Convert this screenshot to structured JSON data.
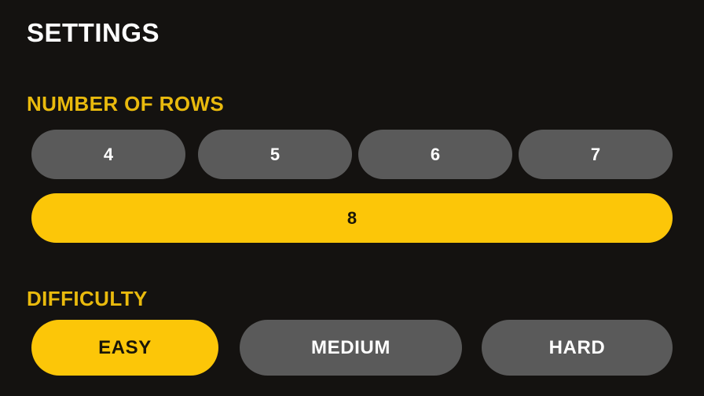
{
  "theme": {
    "background": "#141210",
    "accent": "#fcc608",
    "heading_accent": "#e9ba0d",
    "unselected_button": "#5a5a5a",
    "unselected_text": "#ffffff",
    "selected_text": "#1a1608",
    "title_text": "#ffffff"
  },
  "header": {
    "title": "SETTINGS"
  },
  "sections": {
    "rows": {
      "heading": "NUMBER OF ROWS",
      "selected_value": "8",
      "options": [
        {
          "label": "4",
          "selected": false
        },
        {
          "label": "5",
          "selected": false
        },
        {
          "label": "6",
          "selected": false
        },
        {
          "label": "7",
          "selected": false
        },
        {
          "label": "8",
          "selected": true
        }
      ]
    },
    "difficulty": {
      "heading": "DIFFICULTY",
      "selected_value": "EASY",
      "options": [
        {
          "label": "EASY",
          "selected": true
        },
        {
          "label": "MEDIUM",
          "selected": false
        },
        {
          "label": "HARD",
          "selected": false
        }
      ]
    }
  }
}
